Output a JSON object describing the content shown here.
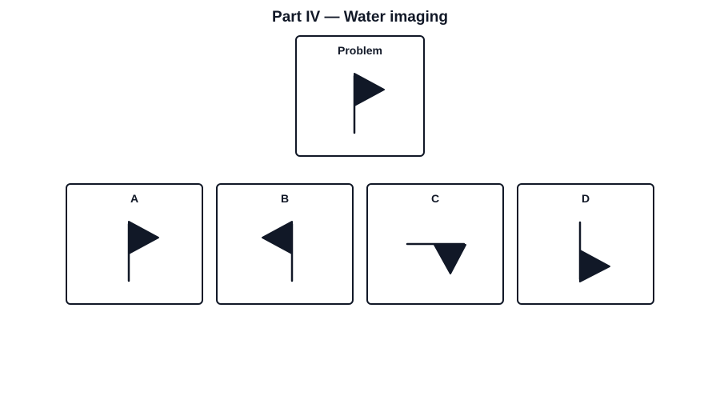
{
  "title": "Part IV — Water imaging",
  "colors": {
    "ink": "#111827",
    "background": "#ffffff"
  },
  "problem": {
    "label": "Problem",
    "figure": "flag-pointing-right-icon"
  },
  "options": [
    {
      "label": "A",
      "figure": "flag-pointing-right-icon"
    },
    {
      "label": "B",
      "figure": "flag-pointing-left-icon"
    },
    {
      "label": "C",
      "figure": "flag-upside-down-rotated-icon"
    },
    {
      "label": "D",
      "figure": "flag-upside-down-icon"
    }
  ]
}
